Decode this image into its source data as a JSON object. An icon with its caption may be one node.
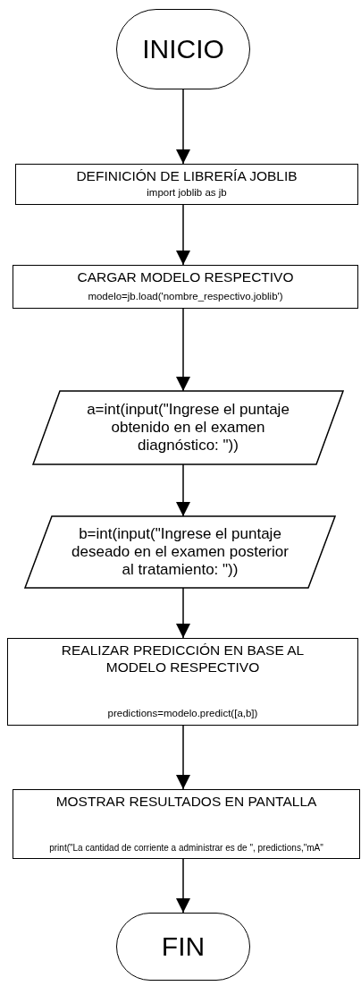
{
  "diagram": {
    "nodes": [
      {
        "text": [
          "INICIO"
        ]
      },
      {
        "text": [
          "DEFINICIÓN DE LIBRERÍA JOBLIB",
          "import joblib as jb"
        ]
      },
      {
        "text": [
          "CARGAR MODELO RESPECTIVO",
          "modelo=jb.load('nombre_respectivo.joblib')"
        ]
      },
      {
        "text": [
          "a=int(input(\"Ingrese el puntaje obtenido en el examen diagnóstico: \"))"
        ]
      },
      {
        "text": [
          "b=int(input(\"Ingrese el puntaje deseado en el examen posterior al tratamiento: \"))"
        ]
      },
      {
        "text": [
          "REALIZAR PREDICCIÓN EN BASE AL MODELO RESPECTIVO",
          "predictions=modelo.predict([a,b])"
        ]
      },
      {
        "text": [
          "MOSTRAR RESULTADOS EN PANTALLA",
          "print(\"La cantidad de corriente a administrar es de \", predictions,\"mA\""
        ]
      },
      {
        "text": [
          "FIN"
        ]
      }
    ],
    "edges": [
      {
        "from": 0,
        "to": 1,
        "arrow": "to"
      },
      {
        "from": 1,
        "to": 2,
        "arrow": "to"
      },
      {
        "from": 2,
        "to": 3,
        "arrow": "to"
      },
      {
        "from": 3,
        "to": 4,
        "arrow": "to"
      },
      {
        "from": 4,
        "to": 5,
        "arrow": "to"
      },
      {
        "from": 5,
        "to": 6,
        "arrow": "to"
      },
      {
        "from": 6,
        "to": 7,
        "arrow": "to"
      }
    ]
  }
}
